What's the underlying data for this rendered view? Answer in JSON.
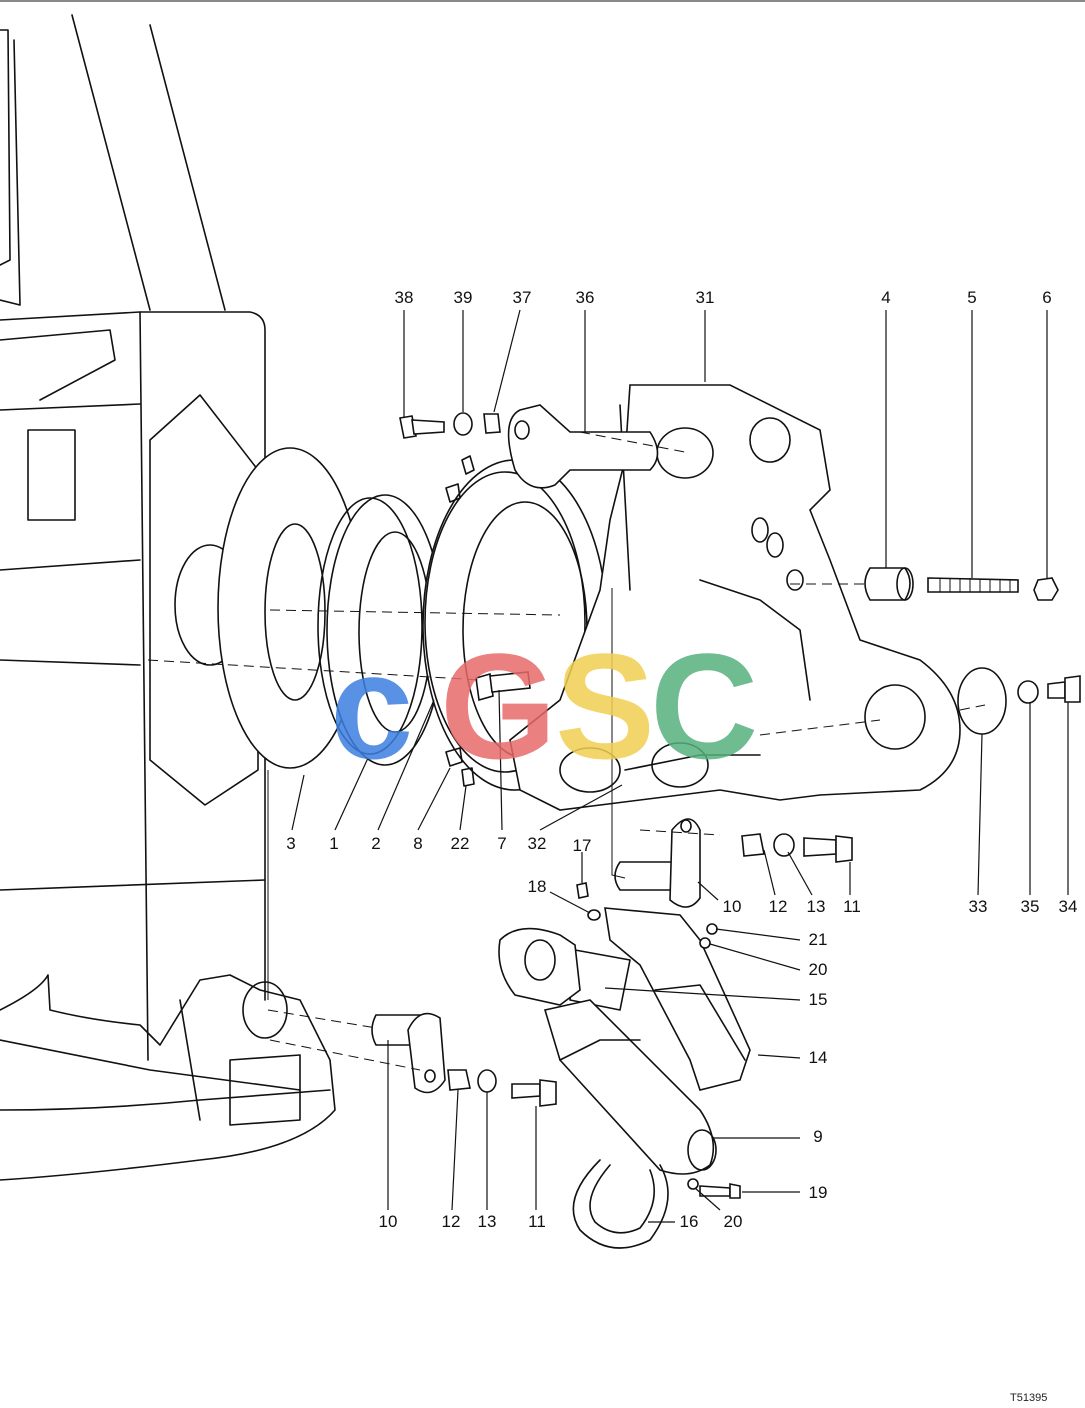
{
  "diagram": {
    "callouts": [
      {
        "id": "c38",
        "text": "38"
      },
      {
        "id": "c39",
        "text": "39"
      },
      {
        "id": "c37",
        "text": "37"
      },
      {
        "id": "c36",
        "text": "36"
      },
      {
        "id": "c31",
        "text": "31"
      },
      {
        "id": "c4",
        "text": "4"
      },
      {
        "id": "c5",
        "text": "5"
      },
      {
        "id": "c6",
        "text": "6"
      },
      {
        "id": "c3",
        "text": "3"
      },
      {
        "id": "c1",
        "text": "1"
      },
      {
        "id": "c2",
        "text": "2"
      },
      {
        "id": "c8",
        "text": "8"
      },
      {
        "id": "c22",
        "text": "22"
      },
      {
        "id": "c7",
        "text": "7"
      },
      {
        "id": "c32",
        "text": "32"
      },
      {
        "id": "c17",
        "text": "17"
      },
      {
        "id": "c18",
        "text": "18"
      },
      {
        "id": "c10a",
        "text": "10"
      },
      {
        "id": "c12a",
        "text": "12"
      },
      {
        "id": "c13a",
        "text": "13"
      },
      {
        "id": "c11a",
        "text": "11"
      },
      {
        "id": "c33",
        "text": "33"
      },
      {
        "id": "c35",
        "text": "35"
      },
      {
        "id": "c34",
        "text": "34"
      },
      {
        "id": "c21",
        "text": "21"
      },
      {
        "id": "c20a",
        "text": "20"
      },
      {
        "id": "c15",
        "text": "15"
      },
      {
        "id": "c14",
        "text": "14"
      },
      {
        "id": "c9",
        "text": "9"
      },
      {
        "id": "c19",
        "text": "19"
      },
      {
        "id": "c20b",
        "text": "20"
      },
      {
        "id": "c16",
        "text": "16"
      },
      {
        "id": "c10b",
        "text": "10"
      },
      {
        "id": "c12b",
        "text": "12"
      },
      {
        "id": "c13b",
        "text": "13"
      },
      {
        "id": "c11b",
        "text": "11"
      }
    ],
    "reference_code": "T51395"
  },
  "watermark": {
    "letters": [
      "c",
      "G",
      "S",
      "C"
    ],
    "colors": [
      "#3d7fe0",
      "#e86a6a",
      "#f2cf52",
      "#55b17c"
    ]
  }
}
